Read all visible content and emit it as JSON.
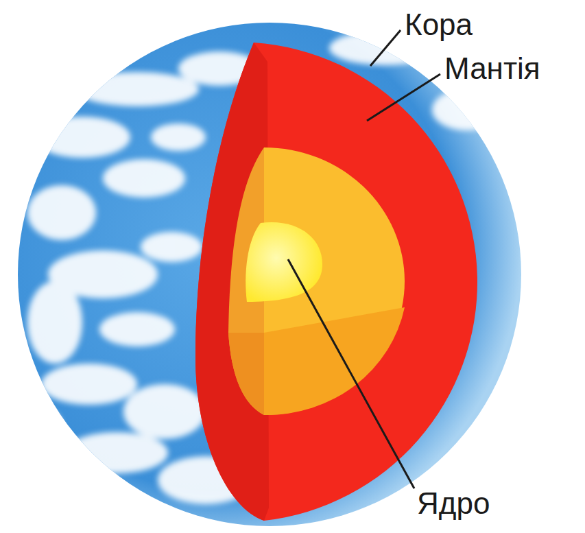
{
  "diagram": {
    "labels": [
      "Кора",
      "Мантія",
      "Ядро"
    ]
  }
}
